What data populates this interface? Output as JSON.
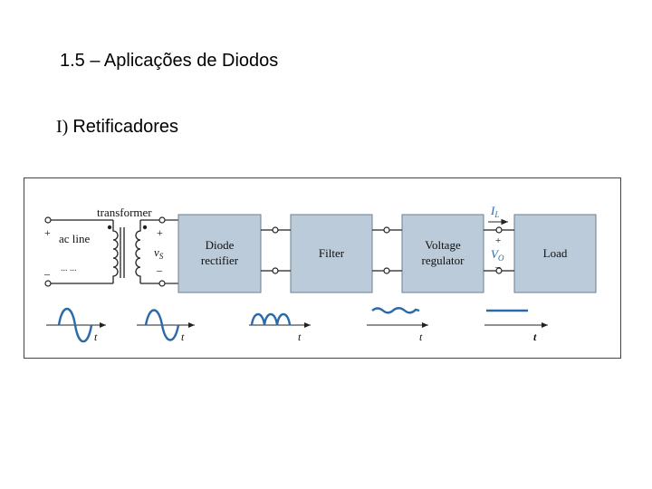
{
  "slide": {
    "title": "1.5 – Aplicações de Diodos",
    "section_num": "I)",
    "section_label": "Retificadores"
  },
  "diagram": {
    "transformer_label": "transformer",
    "ac_line_label": "ac line",
    "ac_sub_label": "... ...",
    "vs_label": "v",
    "vs_sub": "S",
    "il_label": "I",
    "il_sub": "L",
    "vo_label": "V",
    "vo_sub": "O",
    "plus": "+",
    "minus": "–",
    "blocks": {
      "rectifier_line1": "Diode",
      "rectifier_line2": "rectifier",
      "filter": "Filter",
      "regulator_line1": "Voltage",
      "regulator_line2": "regulator",
      "load": "Load"
    },
    "time_axis_label": "t",
    "colors": {
      "block_fill": "#bccbd9",
      "block_stroke": "#6b7f92",
      "waveform": "#2a6aa8",
      "wire": "#222222"
    }
  }
}
